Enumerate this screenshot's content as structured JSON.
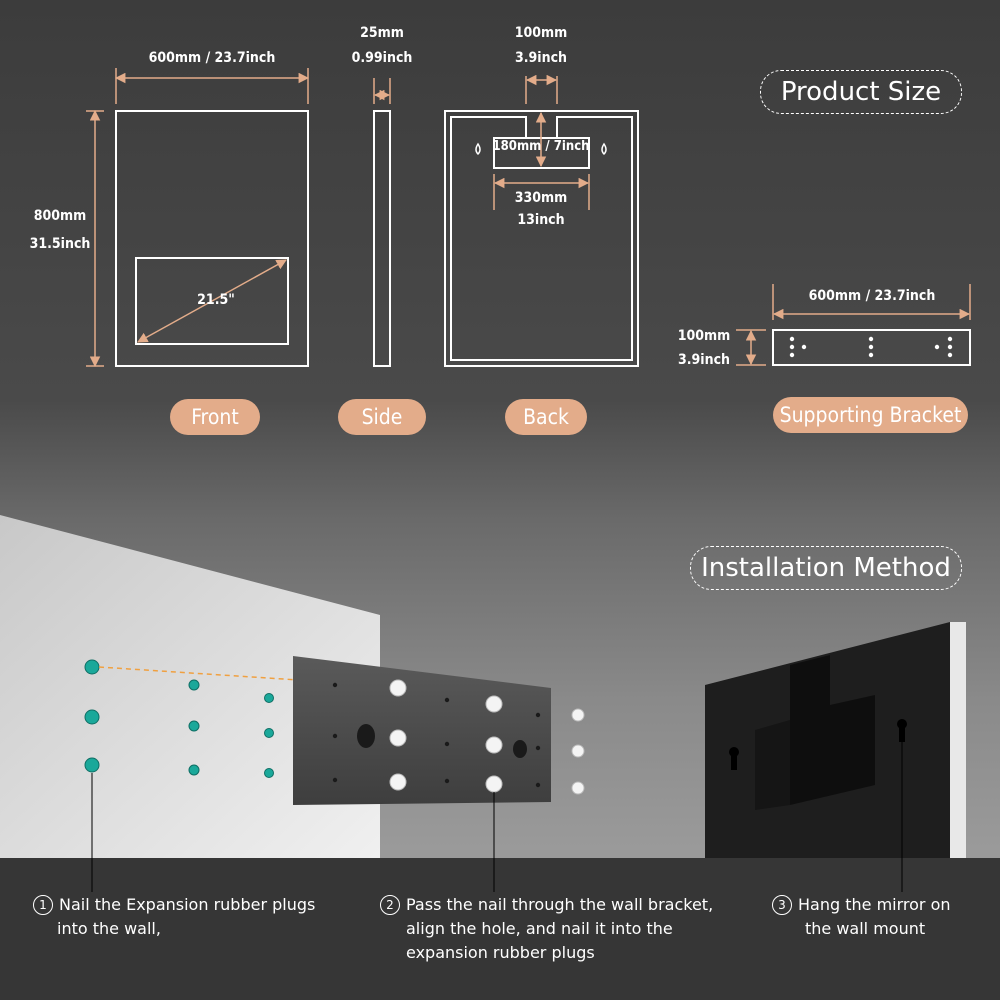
{
  "product_size": {
    "heading": "Product Size",
    "front": {
      "width": "600mm / 23.7inch",
      "height_mm": "800mm",
      "height_in": "31.5inch",
      "screen": "21.5\"",
      "label": "Front"
    },
    "side": {
      "depth_mm": "25mm",
      "depth_in": "0.99inch",
      "label": "Side"
    },
    "back": {
      "notch_mm": "100mm",
      "notch_in": "3.9inch",
      "inner": "180mm / 7inch",
      "span_mm": "330mm",
      "span_in": "13inch",
      "label": "Back"
    },
    "bracket": {
      "width": "600mm / 23.7inch",
      "height_mm": "100mm",
      "height_in": "3.9inch",
      "label": "Supporting Bracket"
    }
  },
  "installation": {
    "heading": "Installation Method",
    "steps": [
      {
        "num": "1",
        "line1": "Nail the Expansion rubber plugs",
        "line2": "into the wall,",
        "line3": ""
      },
      {
        "num": "2",
        "line1": "Pass the nail through the wall bracket,",
        "line2": "align the hole, and nail it into the",
        "line3": "expansion rubber plugs"
      },
      {
        "num": "3",
        "line1": "Hang the mirror on",
        "line2": "the wall mount",
        "line3": ""
      }
    ]
  },
  "colors": {
    "accent": "#e3ac8a",
    "plug": "#1aa89a"
  }
}
